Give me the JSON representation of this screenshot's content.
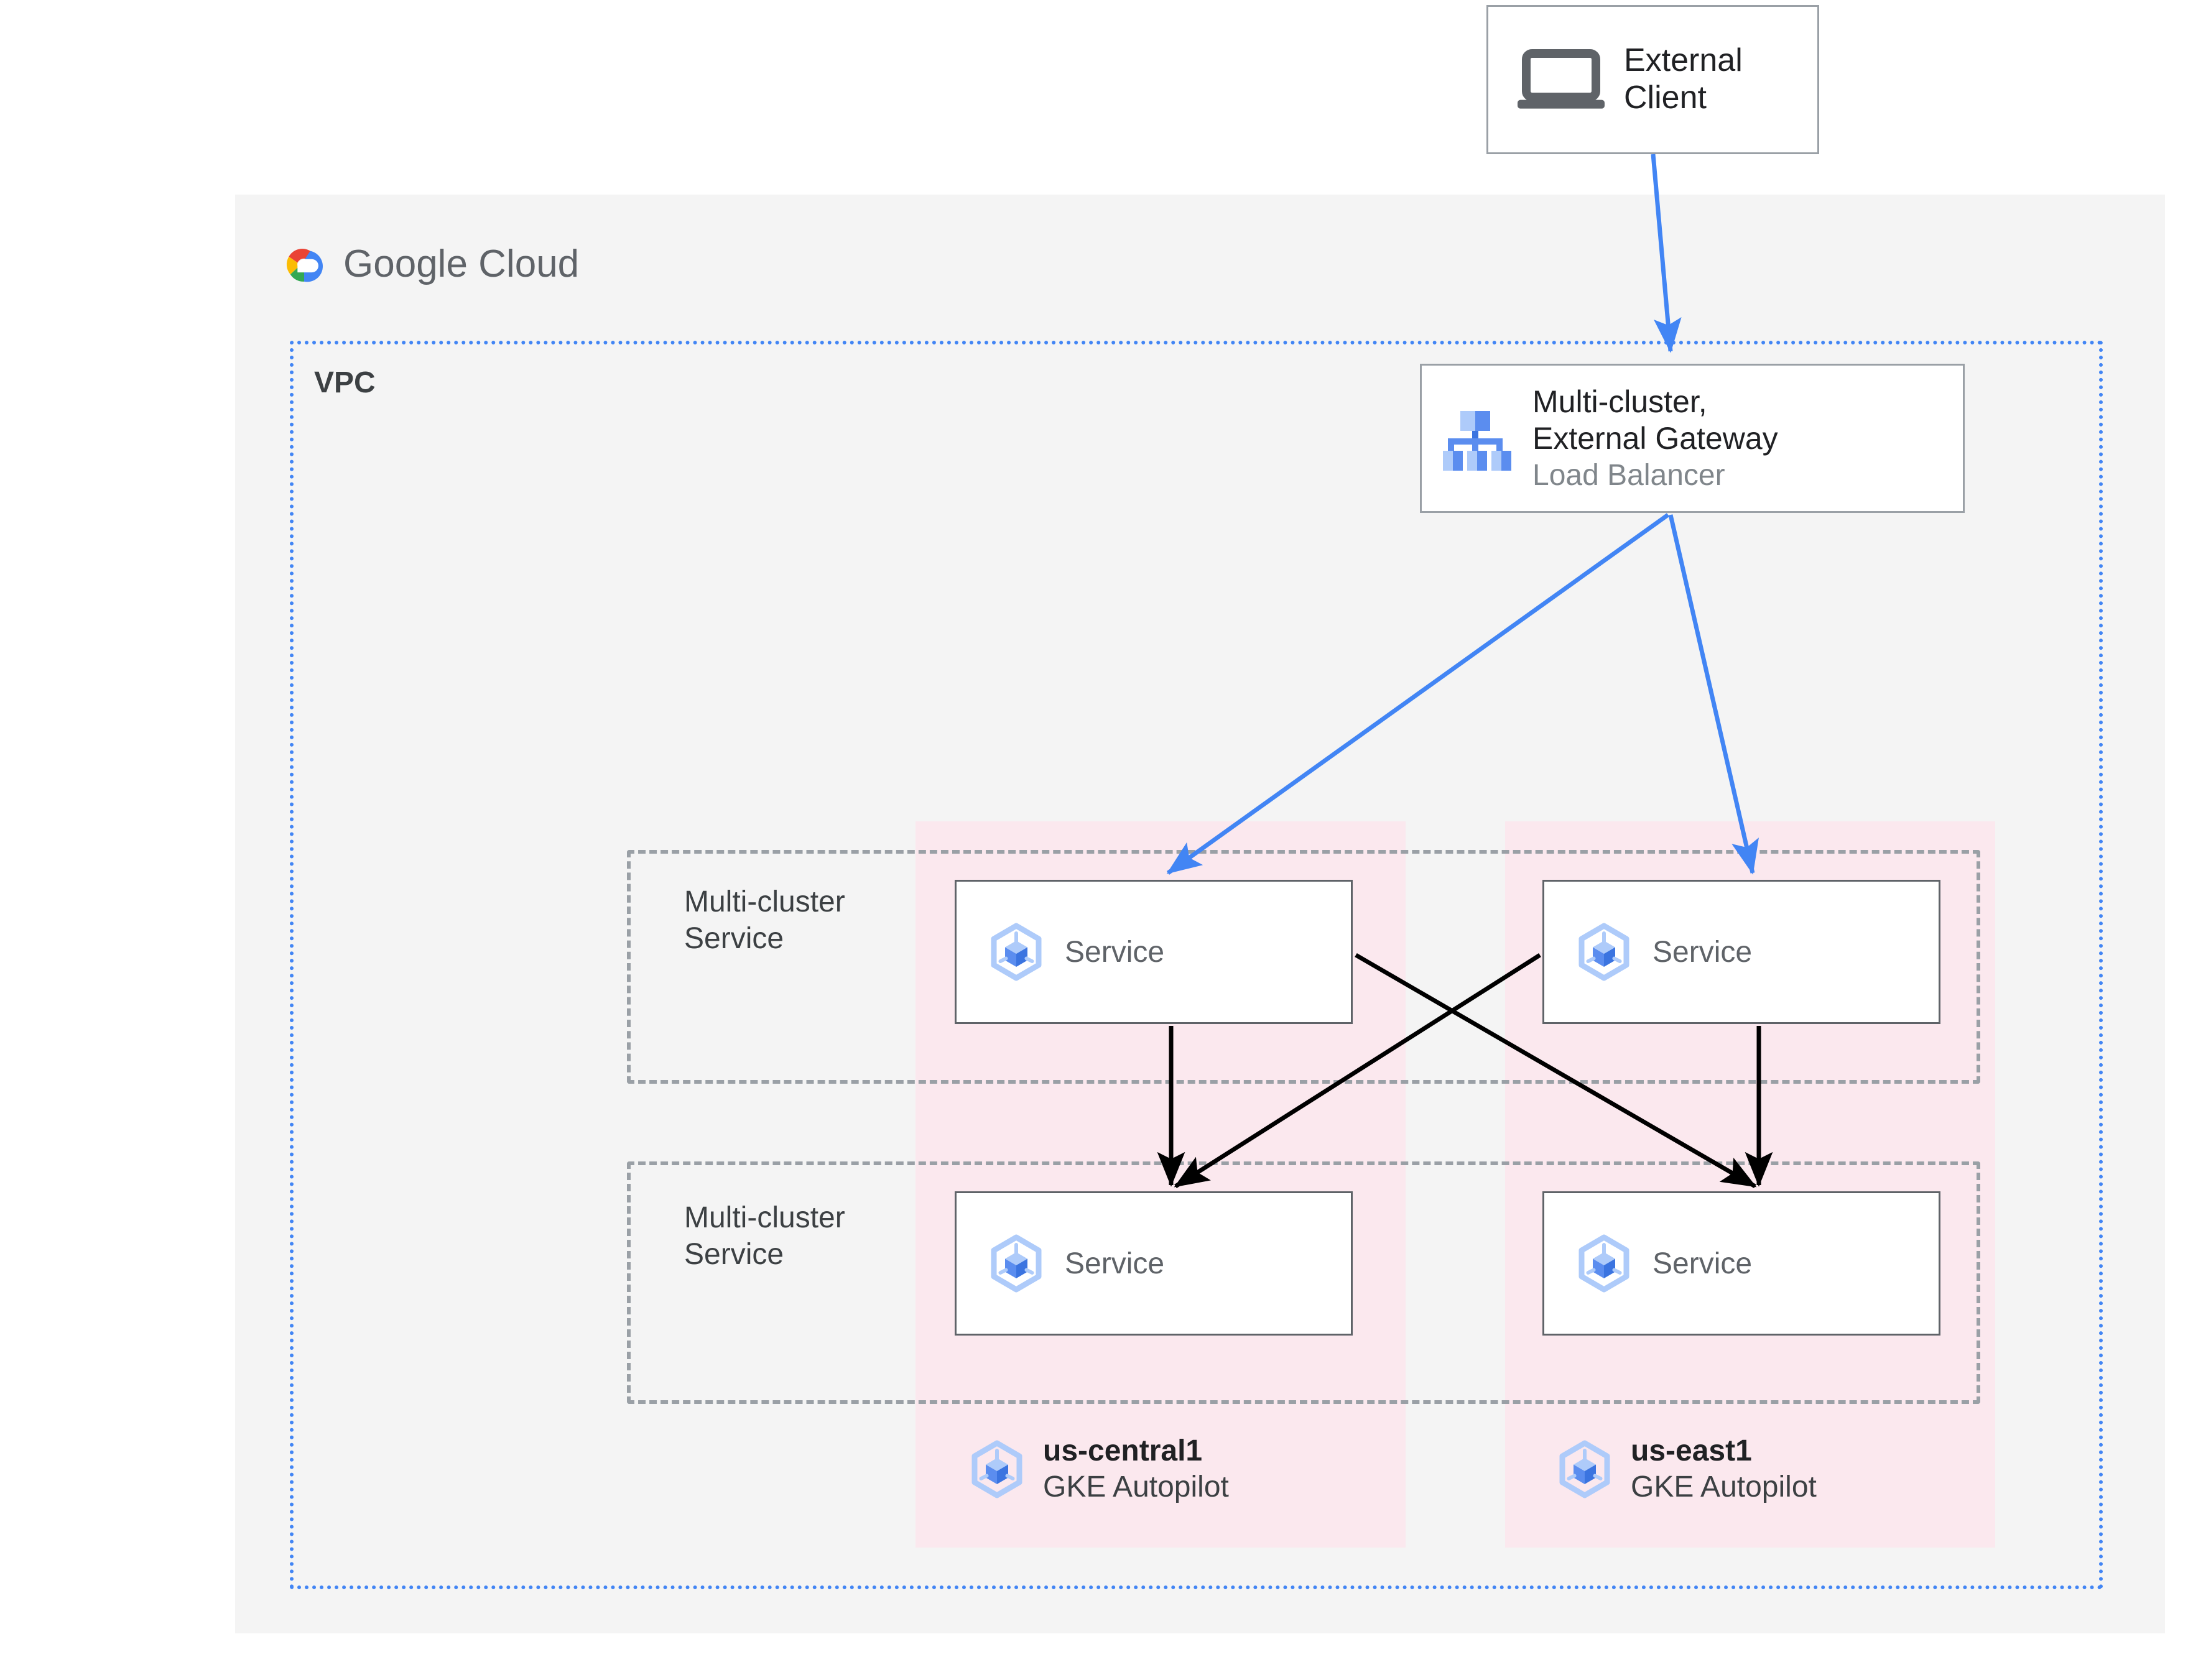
{
  "diagram": {
    "title": "GKE multi-cluster external gateway architecture",
    "colors": {
      "panel_bg": "#f4f4f4",
      "vpc_border": "#4285f4",
      "cluster_pink": "#fce4ec",
      "dashed_border": "#9aa0a6",
      "blue_arrow": "#4285f4",
      "black_arrow": "#000000",
      "service_icon_blue": "#4285f4",
      "service_icon_light": "#aecbfa",
      "text_dark": "#202124",
      "text_gray": "#5f6368",
      "text_muted": "#80868b"
    }
  },
  "external_client": {
    "icon": "laptop-icon",
    "label_line1": "External",
    "label_line2": "Client"
  },
  "google_cloud": {
    "logo_icon": "google-cloud-logo-icon",
    "logo_text_google": "Google",
    "logo_text_cloud": "Cloud"
  },
  "vpc": {
    "label": "VPC"
  },
  "load_balancer": {
    "icon": "load-balancer-icon",
    "title_line1": "Multi-cluster,",
    "title_line2": "External Gateway",
    "subtitle": "Load Balancer"
  },
  "multi_cluster_services": [
    {
      "label_line1": "Multi-cluster",
      "label_line2": "Service"
    },
    {
      "label_line1": "Multi-cluster",
      "label_line2": "Service"
    }
  ],
  "services": [
    {
      "id": "svc-central-top",
      "label": "Service",
      "icon": "gke-service-icon"
    },
    {
      "id": "svc-east-top",
      "label": "Service",
      "icon": "gke-service-icon"
    },
    {
      "id": "svc-central-bottom",
      "label": "Service",
      "icon": "gke-service-icon"
    },
    {
      "id": "svc-east-bottom",
      "label": "Service",
      "icon": "gke-service-icon"
    }
  ],
  "clusters": [
    {
      "id": "us-central1",
      "name": "us-central1",
      "subtitle": "GKE Autopilot",
      "icon": "gke-cluster-icon"
    },
    {
      "id": "us-east1",
      "name": "us-east1",
      "subtitle": "GKE Autopilot",
      "icon": "gke-cluster-icon"
    }
  ],
  "connections": [
    {
      "from": "external-client",
      "to": "load-balancer",
      "color": "#4285f4"
    },
    {
      "from": "load-balancer",
      "to": "svc-central-top",
      "color": "#4285f4"
    },
    {
      "from": "load-balancer",
      "to": "svc-east-top",
      "color": "#4285f4"
    },
    {
      "from": "svc-central-top",
      "to": "svc-central-bottom",
      "color": "#000000"
    },
    {
      "from": "svc-east-top",
      "to": "svc-east-bottom",
      "color": "#000000"
    },
    {
      "from": "svc-central-top",
      "to": "svc-east-bottom",
      "color": "#000000"
    },
    {
      "from": "svc-east-top",
      "to": "svc-central-bottom",
      "color": "#000000"
    }
  ]
}
